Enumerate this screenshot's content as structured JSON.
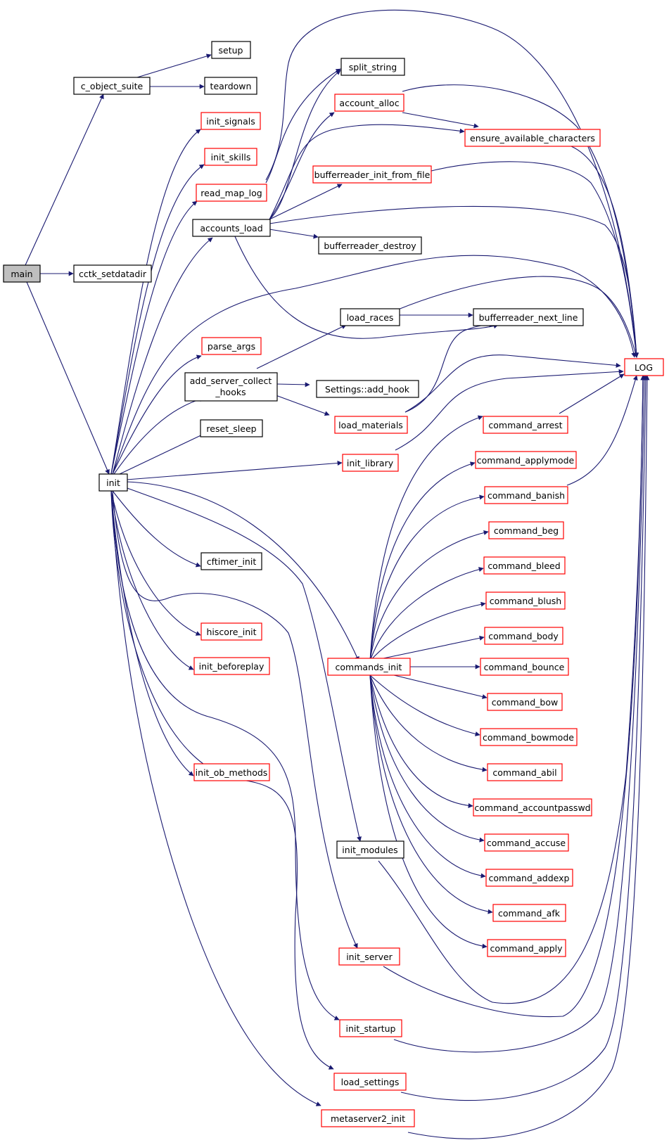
{
  "colors": {
    "edge": "#191970",
    "root_fill": "#bfbfbf",
    "plain_border": "#000000",
    "truncated_border": "#ff0000",
    "node_fill": "#ffffff"
  },
  "nodes": {
    "main": "main",
    "c_object_suite": "c_object_suite",
    "setup": "setup",
    "teardown": "teardown",
    "cctk_setdatadir": "cctk_setdatadir",
    "init": "init",
    "init_signals": "init_signals",
    "init_skills": "init_skills",
    "read_map_log": "read_map_log",
    "accounts_load": "accounts_load",
    "split_string": "split_string",
    "account_alloc": "account_alloc",
    "ensure_available_characters": "ensure_available_characters",
    "bufferreader_init_from_file": "bufferreader_init_from_file",
    "bufferreader_destroy": "bufferreader_destroy",
    "load_races": "load_races",
    "bufferreader_next_line": "bufferreader_next_line",
    "parse_args": "parse_args",
    "add_server_collect_hooks_line1": "add_server_collect",
    "add_server_collect_hooks_line2": "_hooks",
    "settings_add_hook": "Settings::add_hook",
    "load_materials": "load_materials",
    "reset_sleep": "reset_sleep",
    "init_library": "init_library",
    "log": "LOG",
    "command_arrest": "command_arrest",
    "command_applymode": "command_applymode",
    "command_banish": "command_banish",
    "command_beg": "command_beg",
    "command_bleed": "command_bleed",
    "command_blush": "command_blush",
    "command_body": "command_body",
    "command_bounce": "command_bounce",
    "command_bow": "command_bow",
    "command_bowmode": "command_bowmode",
    "command_abil": "command_abil",
    "command_accountpasswd": "command_accountpasswd",
    "command_accuse": "command_accuse",
    "command_addexp": "command_addexp",
    "command_afk": "command_afk",
    "command_apply": "command_apply",
    "cftimer_init": "cftimer_init",
    "hiscore_init": "hiscore_init",
    "init_beforeplay": "init_beforeplay",
    "commands_init": "commands_init",
    "init_ob_methods": "init_ob_methods",
    "init_modules": "init_modules",
    "init_server": "init_server",
    "init_startup": "init_startup",
    "load_settings": "load_settings",
    "metaserver2_init": "metaserver2_init"
  }
}
